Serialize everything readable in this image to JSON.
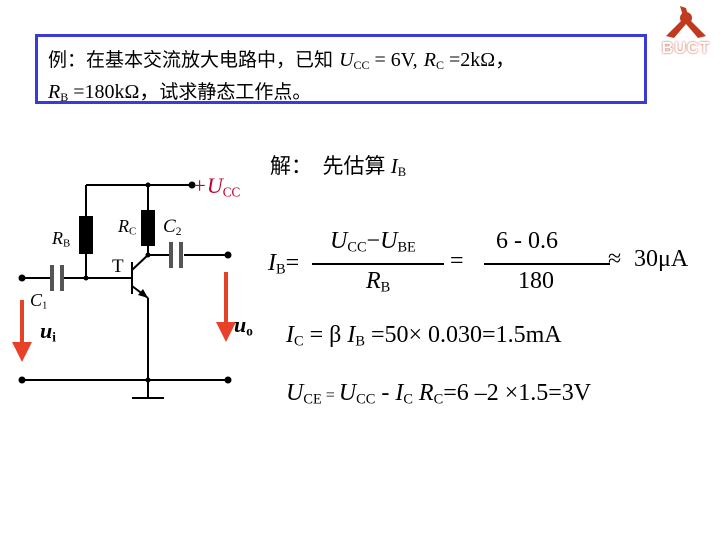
{
  "problem": {
    "line1_prefix": "例：在基本交流放大电路中，已知",
    "ucc_sym": "U",
    "ucc_sub": "CC",
    "ucc_val": " = 6V,",
    "rc_sym": "R",
    "rc_sub": "C",
    "rc_val": " =2kΩ，",
    "rb_sym": "R",
    "rb_sub": "B",
    "rb_val": " =180kΩ，",
    "line2_suffix": "试求静态工作点。"
  },
  "logo": {
    "text": "BUCT",
    "color": "#c03a20"
  },
  "circuit": {
    "vcc_label_prefix": "+U",
    "vcc_label_sub": "CC",
    "rb_label": "R",
    "rb_label_sub": "B",
    "rc_label": "R",
    "rc_label_sub": "C",
    "c2_label": "C",
    "c2_label_sub": "2",
    "c1_label": "C",
    "c1_label_sub": "1",
    "t_label": "T",
    "ui_label": "u",
    "ui_label_sub": "i",
    "uo_label": "u",
    "uo_label_sub": "o",
    "arrow_color": "#e8412a",
    "cap_color": "#555555"
  },
  "solution": {
    "heading": "解：",
    "estimate": "先估算",
    "ib_sym": "I",
    "ib_sub": "B",
    "eq1_lhs": "I",
    "eq1_lhs_sub": "B",
    "eq1_lhs_eq": "=",
    "eq1_num_a": "U",
    "eq1_num_a_sub": "CC",
    "eq1_num_minus": "−",
    "eq1_num_b": "U",
    "eq1_num_b_sub": "BE",
    "eq1_den": "R",
    "eq1_den_sub": "B",
    "eq1_eq2": "=",
    "eq1_num2": "6 - 0.6",
    "eq1_den2": "180",
    "eq1_approx": "≈",
    "eq1_result": "30μA",
    "eq2_ic": "I",
    "eq2_ic_sub": "C",
    "eq2_mid": " = β ",
    "eq2_ib": "I",
    "eq2_ib_sub": "B",
    "eq2_rest": " =50× 0.030=1.5mA",
    "eq3_uce": "U",
    "eq3_uce_sub": "CE",
    "eq3_eq": " = ",
    "eq3_ucc": "U",
    "eq3_ucc_sub": "CC",
    "eq3_minus": " - ",
    "eq3_ic": "I",
    "eq3_ic_sub": "C",
    "eq3_rc": " R",
    "eq3_rc_sub": "C",
    "eq3_rest": "=6 –2 ×1.5=3V"
  }
}
